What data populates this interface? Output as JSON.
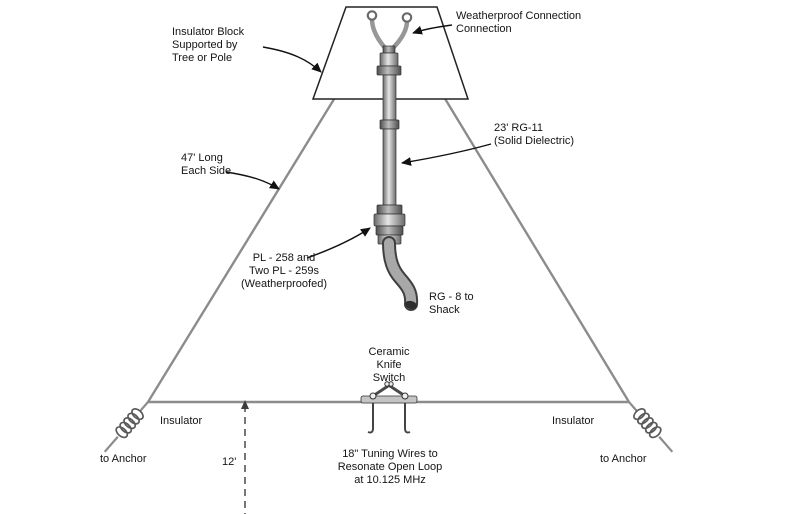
{
  "labels": {
    "insulator_block": "Insulator Block\nSupported by\nTree or Pole",
    "weatherproof": "Weatherproof Connection\nConnection",
    "rg11": "23' RG-11\n(Solid Dielectric)",
    "side_length": "47' Long\nEach Side",
    "pl258": "PL - 258 and\nTwo PL - 259s\n(Weatherproofed)",
    "rg8": "RG - 8 to\nShack",
    "knife_switch": "Ceramic\nKnife\nSwitch",
    "insulator_left": "Insulator",
    "insulator_right": "Insulator",
    "anchor_left": "to Anchor",
    "anchor_right": "to Anchor",
    "height": "12'",
    "tuning": "18\" Tuning Wires to\nResonate Open Loop\nat 10.125 MHz"
  },
  "colors": {
    "wire": "#8c8c8c",
    "outline": "#1a1a1a",
    "metal_light": "#e6e6e6",
    "metal_dark": "#6a6a6a",
    "text": "#141414"
  }
}
